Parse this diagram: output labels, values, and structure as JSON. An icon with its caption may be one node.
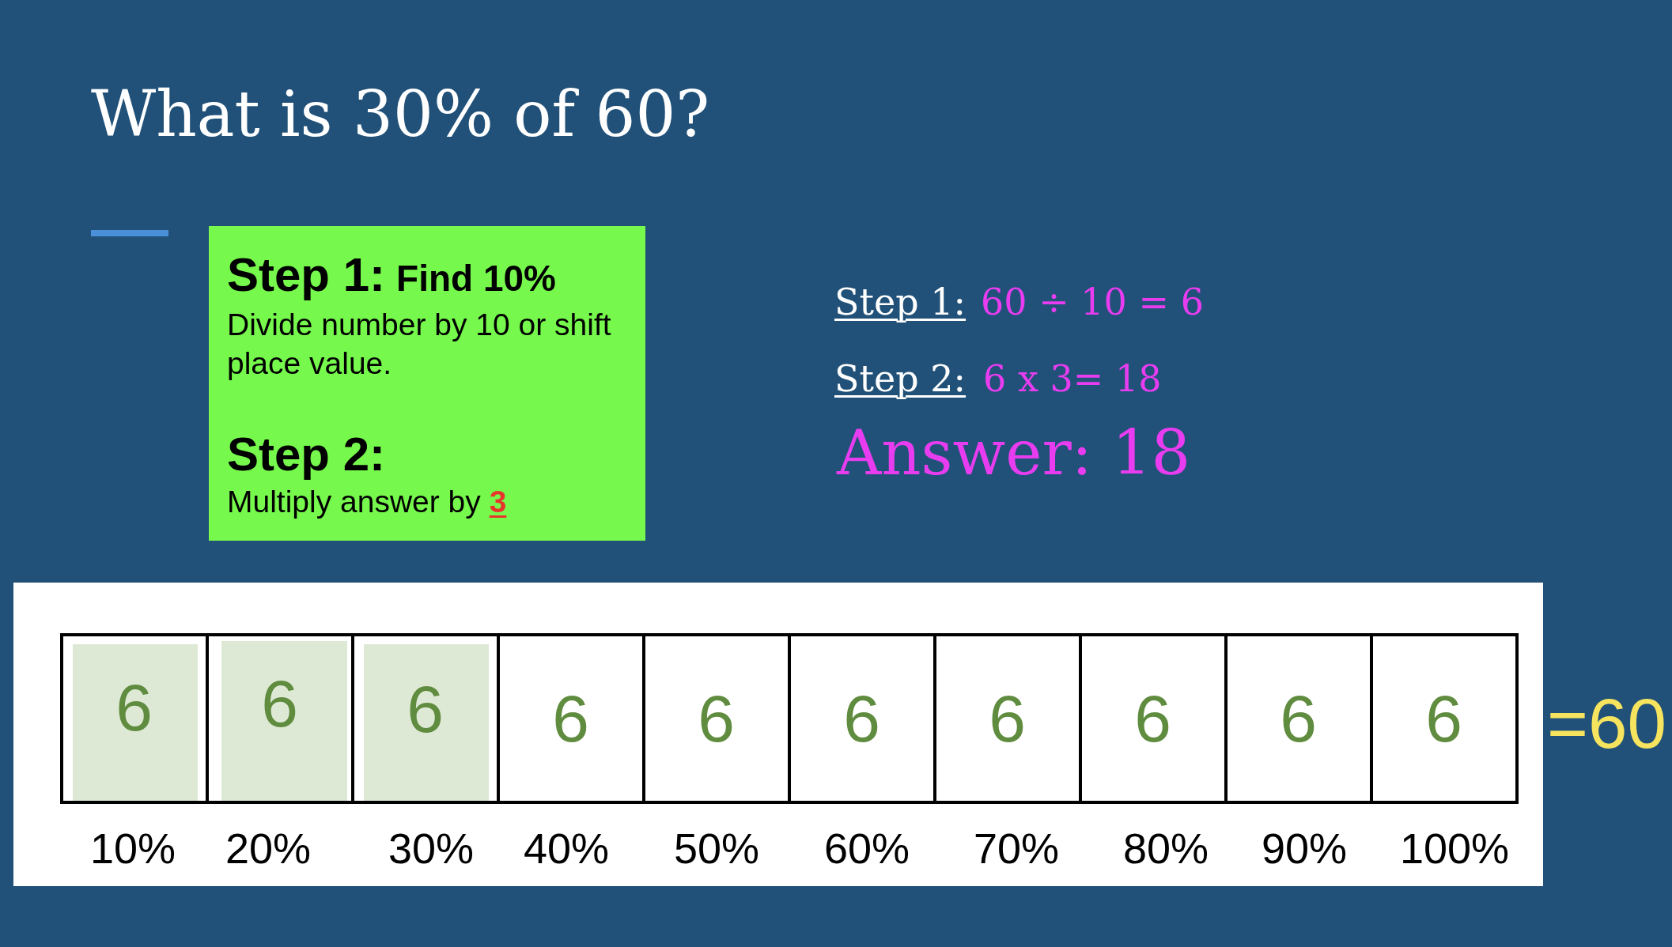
{
  "diagram": {
    "title": "What is 30% of 60?",
    "nodes": [
      {
        "text": [
          "Step 1:",
          "Find 10%",
          "Divide number by 10 or shift place value.",
          "Step 2:",
          "Multiply answer by **3**"
        ]
      },
      {
        "text": [],
        "shape": "box"
      },
      {
        "text": [
          "6"
        ],
        "in": 1,
        "beside": [
          "10%"
        ]
      },
      {
        "text": [
          "6"
        ],
        "in": 1,
        "beside": [
          "20%"
        ]
      },
      {
        "text": [
          "6"
        ],
        "in": 1,
        "beside": [
          "30%"
        ]
      },
      {
        "text": [
          "6"
        ],
        "in": 1,
        "beside": [
          "40%"
        ]
      },
      {
        "text": [
          "6"
        ],
        "in": 1,
        "beside": [
          "50%"
        ]
      },
      {
        "text": [
          "6"
        ],
        "in": 1,
        "beside": [
          "60%"
        ]
      },
      {
        "text": [
          "6"
        ],
        "in": 1,
        "beside": [
          "70%"
        ]
      },
      {
        "text": [
          "6"
        ],
        "in": 1,
        "beside": [
          "80%"
        ]
      },
      {
        "text": [
          "6"
        ],
        "in": 1,
        "beside": [
          "90%"
        ]
      },
      {
        "text": [
          "6"
        ],
        "in": 1,
        "beside": [
          "100%"
        ]
      }
    ],
    "labels": [
      "Step 1:",
      "60 ÷ 10 = 6",
      "Step 2:",
      "6 x 3= 18",
      "Answer: 18",
      "=60"
    ]
  }
}
